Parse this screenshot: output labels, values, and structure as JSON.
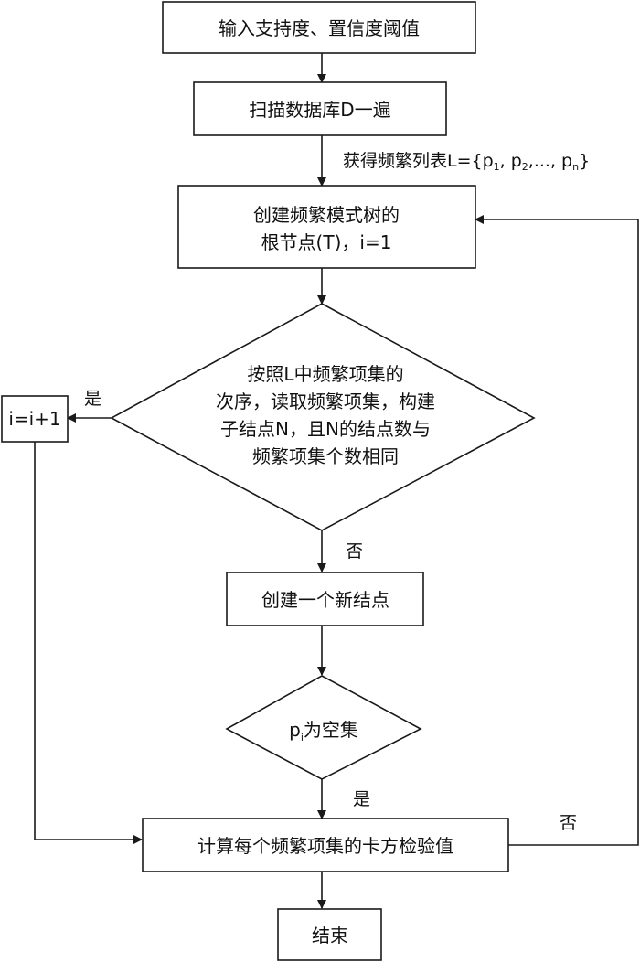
{
  "nodes": {
    "input": "输入支持度、置信度阈值",
    "scan": "扫描数据库D一遍",
    "create_root_line1": "创建频繁模式树的",
    "create_root_line2": "根节点(T)，i=1",
    "decision_line1": "按照L中频繁项集的",
    "decision_line2": "次序，读取频繁项集，构建",
    "decision_line3": "子结点N，且N的结点数与",
    "decision_line4": "频繁项集个数相同",
    "increment": "i=i+1",
    "create_node": "创建一个新结点",
    "empty_check_p": "p",
    "empty_check_sub": "i",
    "empty_check_rest": "为空集",
    "compute": "计算每个频繁项集的卡方检验值",
    "end": "结束"
  },
  "edge_labels": {
    "frequent_list_prefix": "获得频繁列表L={p",
    "frequent_list_sub1": "1",
    "frequent_list_mid1": ", p",
    "frequent_list_sub2": "2",
    "frequent_list_mid2": ",..., p",
    "frequent_list_sub3": "n",
    "frequent_list_suffix": "}",
    "yes_decision": "是",
    "no_decision": "否",
    "yes_empty": "是",
    "no_compute": "否"
  }
}
